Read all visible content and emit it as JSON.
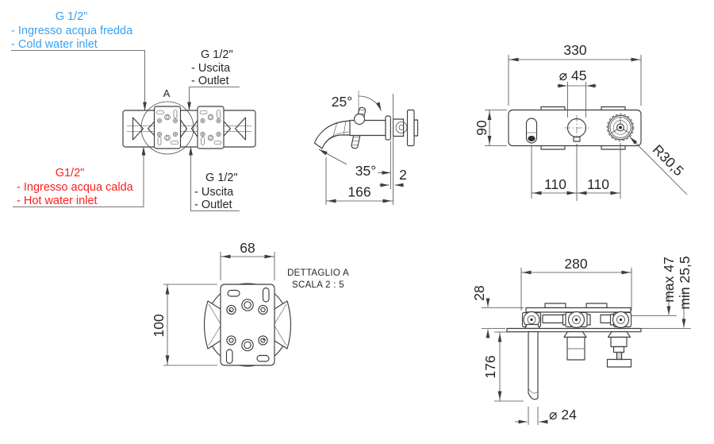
{
  "colors": {
    "line": "#3d3d3d",
    "text": "#262626",
    "cold_label": "#3aa0f0",
    "hot_label": "#fb1d1d",
    "background": "#ffffff"
  },
  "connections": {
    "cold": {
      "size": "G 1/2\"",
      "line1": "- Ingresso acqua fredda",
      "line2": "- Cold water inlet"
    },
    "outlet_top": {
      "size": "G 1/2\"",
      "line1": "- Uscita",
      "line2": "- Outlet"
    },
    "hot": {
      "size": "G1/2\"",
      "line1": "- Ingresso acqua calda",
      "line2": "- Hot water inlet"
    },
    "outlet_bottom": {
      "size": "G 1/2\"",
      "line1": "- Uscita",
      "line2": "- Outlet"
    }
  },
  "detail": {
    "marker": "A",
    "title": "DETTAGLIO A",
    "scale": "SCALA 2 : 5"
  },
  "dimensions": {
    "side": {
      "handle_angle": "25°",
      "spout_angle": "35°",
      "spout_length": "166",
      "plate_thickness": "2"
    },
    "front": {
      "width": "330",
      "height": "90",
      "escutcheon_diameter": "⌀ 45",
      "spacing_left": "110",
      "spacing_right": "110",
      "handle_radius": "R30,5"
    },
    "detail_plate": {
      "width": "68",
      "height": "100"
    },
    "install": {
      "body_width": "280",
      "depth": "28",
      "wall_max": "max 47",
      "wall_min": "min 25,5",
      "spout_drop": "176",
      "spout_diameter": "⌀ 24"
    }
  }
}
